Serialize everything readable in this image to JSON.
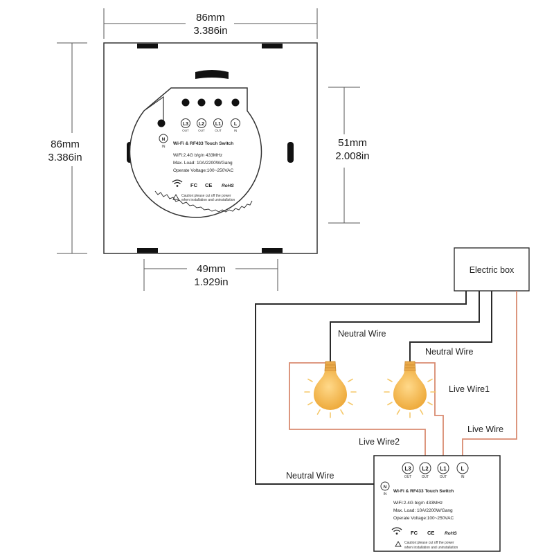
{
  "dimensions": {
    "width_mm": "86mm",
    "width_in": "3.386in",
    "height_mm": "86mm",
    "height_in": "3.386in",
    "module_height_mm": "51mm",
    "module_height_in": "2.008in",
    "module_width_mm": "49mm",
    "module_width_in": "1.929in"
  },
  "terminals": [
    {
      "name": "L3",
      "sub": "OUT"
    },
    {
      "name": "L2",
      "sub": "OUT"
    },
    {
      "name": "L1",
      "sub": "OUT"
    },
    {
      "name": "L",
      "sub": "IN"
    }
  ],
  "neutral_terminal": {
    "name": "N",
    "sub": "IN"
  },
  "label": {
    "title": "Wi-Fi & RF433 Touch Switch",
    "spec_wifi": "WiFi:2.4G b/g/n 433MHz",
    "spec_load": "Max. Load: 10A/2200W/Gang",
    "spec_voltage": "Operate Voltage:100~250VAC",
    "cert_fc": "FC",
    "cert_ce": "CE",
    "cert_rohs": "RoHS",
    "caution_line1": "Caution:please cut off the power",
    "caution_line2": "when installation and uninstallation"
  },
  "wiring": {
    "electric_box": "Electric box",
    "neutral_wire_1": "Neutral Wire",
    "neutral_wire_2": "Neutral Wire",
    "neutral_wire_3": "Neutral Wire",
    "live_wire_1": "Live Wire1",
    "live_wire_2": "Live Wire2",
    "live_wire": "Live Wire"
  },
  "colors": {
    "neutral": "#2a2a2a",
    "live": "#d98b70",
    "bulb": "#f5b94a",
    "ray": "#f5c86a"
  }
}
